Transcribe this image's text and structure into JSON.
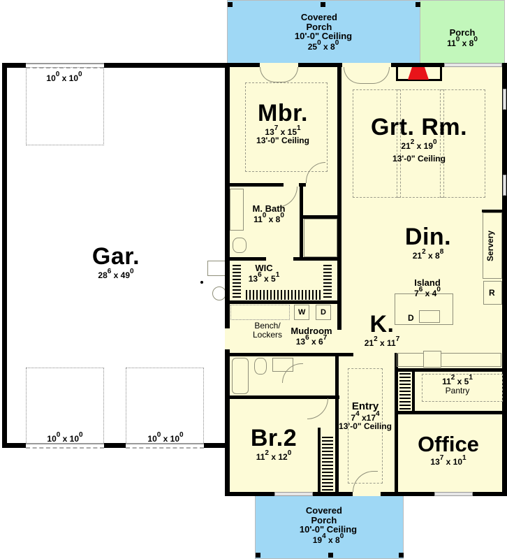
{
  "plan": {
    "colors": {
      "floor": "#fdfbd7",
      "covered_porch": "#9fd8f5",
      "porch": "#c2f7bb",
      "wall": "#000000",
      "fireplace": "#e8141a",
      "garage": "#ffffff"
    },
    "rooms": {
      "covered_porch_rear": {
        "name": "Covered Porch",
        "ceiling": "10'-0\" Ceiling",
        "dim_w": "25",
        "dim_w_in": "0",
        "dim_d": "8",
        "dim_d_in": "0"
      },
      "porch": {
        "name": "Porch",
        "dim_w": "11",
        "dim_w_in": "0",
        "dim_d": "8",
        "dim_d_in": "0"
      },
      "mbr": {
        "name": "Mbr.",
        "dim_w": "13",
        "dim_w_in": "7",
        "dim_d": "15",
        "dim_d_in": "1",
        "ceiling": "13'-0\" Ceiling"
      },
      "grt_rm": {
        "name": "Grt. Rm.",
        "dim_w": "21",
        "dim_w_in": "2",
        "dim_d": "19",
        "dim_d_in": "0",
        "ceiling": "13'-0\" Ceiling"
      },
      "m_bath": {
        "name": "M. Bath",
        "dim_w": "11",
        "dim_w_in": "0",
        "dim_d": "8",
        "dim_d_in": "0"
      },
      "wic": {
        "name": "WIC",
        "dim_w": "13",
        "dim_w_in": "6",
        "dim_d": "5",
        "dim_d_in": "1"
      },
      "din": {
        "name": "Din.",
        "dim_w": "21",
        "dim_w_in": "2",
        "dim_d": "8",
        "dim_d_in": "8"
      },
      "servery": {
        "name": "Servery"
      },
      "island": {
        "name": "Island",
        "dim_w": "7",
        "dim_w_in": "6",
        "dim_d": "4",
        "dim_d_in": "0",
        "dishwasher": "D"
      },
      "fridge": {
        "label": "R"
      },
      "kitchen": {
        "name": "K.",
        "dim_w": "21",
        "dim_w_in": "2",
        "dim_d": "11",
        "dim_d_in": "7"
      },
      "mudroom": {
        "name": "Mudroom",
        "dim_w": "13",
        "dim_w_in": "6",
        "dim_d": "6",
        "dim_d_in": "7",
        "washer": "W",
        "dryer": "D",
        "bench": "Bench/\nLockers"
      },
      "pantry": {
        "name": "Pantry",
        "dim_w": "11",
        "dim_w_in": "2",
        "dim_d": "5",
        "dim_d_in": "1"
      },
      "entry": {
        "name": "Entry",
        "dim_w": "7",
        "dim_w_in": "4",
        "dim_d": "17",
        "dim_d_in": "4",
        "ceiling": "13'-0\" Ceiling"
      },
      "br2": {
        "name": "Br.2",
        "dim_w": "11",
        "dim_w_in": "2",
        "dim_d": "12",
        "dim_d_in": "0"
      },
      "office": {
        "name": "Office",
        "dim_w": "13",
        "dim_w_in": "7",
        "dim_d": "10",
        "dim_d_in": "1"
      },
      "covered_porch_front": {
        "name": "Covered Porch",
        "ceiling": "10'-0\" Ceiling",
        "dim_w": "19",
        "dim_w_in": "4",
        "dim_d": "8",
        "dim_d_in": "0"
      },
      "garage": {
        "name": "Gar.",
        "dim_w": "28",
        "dim_w_in": "6",
        "dim_d": "49",
        "dim_d_in": "0"
      }
    },
    "garage_doors": [
      {
        "w": "10",
        "w_in": "0",
        "h": "10",
        "h_in": "0"
      },
      {
        "w": "10",
        "w_in": "0",
        "h": "10",
        "h_in": "0"
      },
      {
        "w": "10",
        "w_in": "0",
        "h": "10",
        "h_in": "0"
      }
    ]
  }
}
